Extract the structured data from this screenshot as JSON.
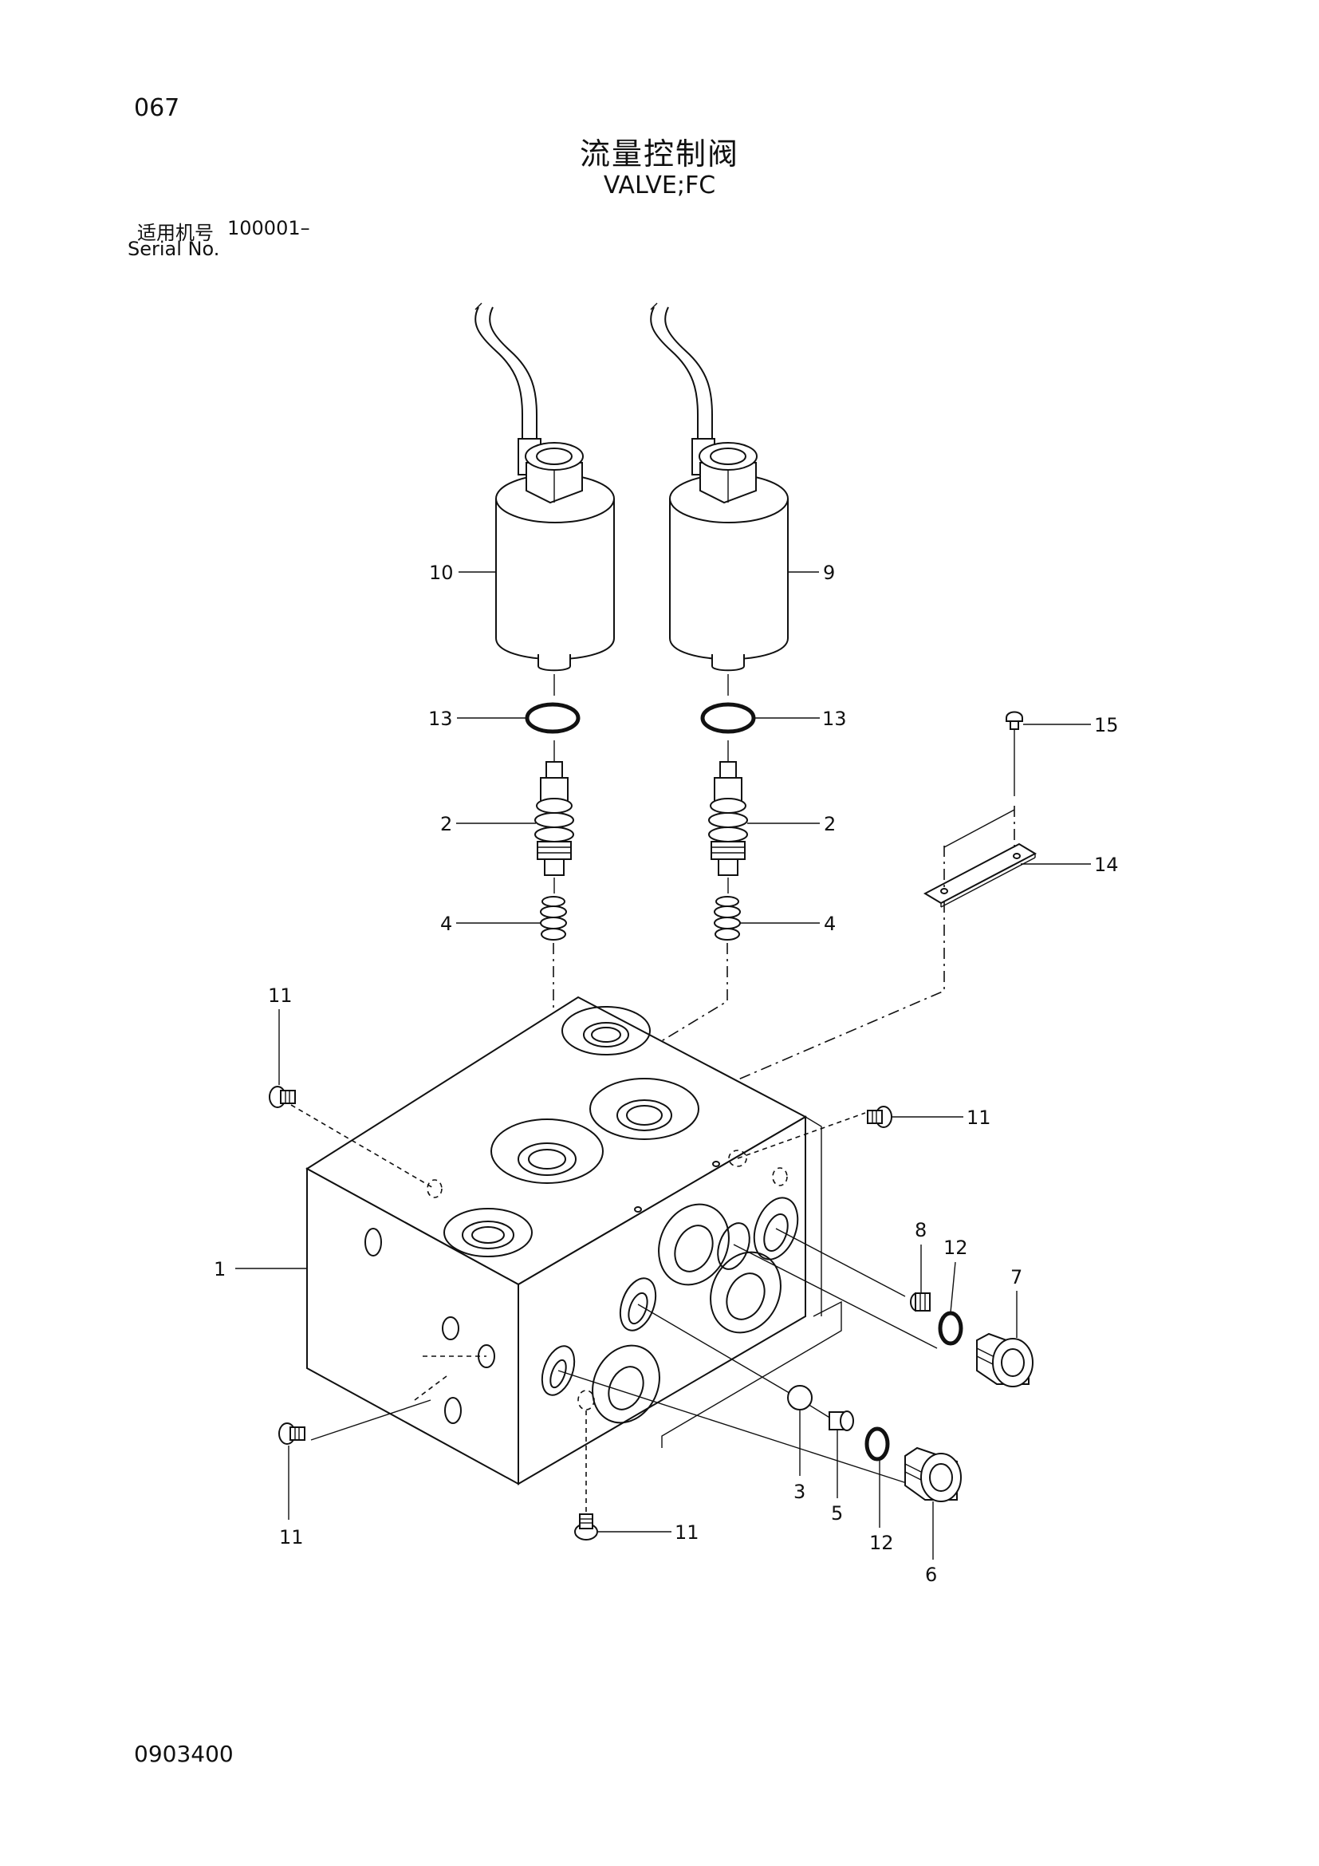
{
  "page": {
    "number": "067",
    "title_cn": "流量控制阀",
    "title_en": "VALVE;FC",
    "serial_label_cn": "适用机号",
    "serial_value": "100001–",
    "serial_label_en": "Serial No.",
    "document_number": "0903400"
  },
  "callouts": {
    "c10": "10",
    "c9": "9",
    "c13a": "13",
    "c13b": "13",
    "c15": "15",
    "c2a": "2",
    "c2b": "2",
    "c14": "14",
    "c4a": "4",
    "c4b": "4",
    "c11a": "11",
    "c11b": "11",
    "c1": "1",
    "c8": "8",
    "c12a": "12",
    "c7": "7",
    "c11c": "11",
    "c3": "3",
    "c5": "5",
    "c12b": "12",
    "c6": "6",
    "c11d": "11"
  }
}
